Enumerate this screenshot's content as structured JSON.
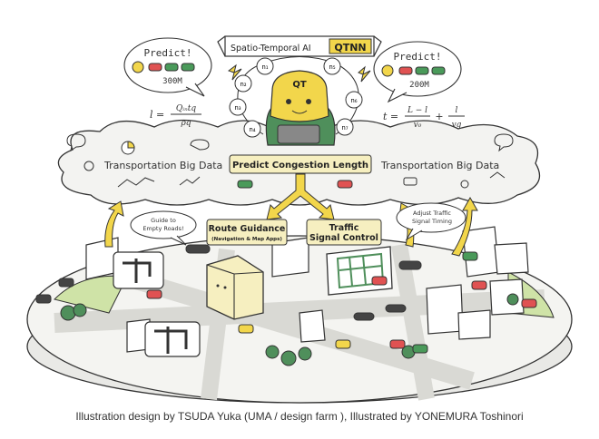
{
  "title_banner": {
    "prefix": "Spatio-Temporal AI",
    "name": "QTNN"
  },
  "mascot": {
    "face_text": "QT",
    "nodes": [
      "n₁",
      "n₂",
      "n₃",
      "n₄",
      "n₅",
      "n₆",
      "n₇"
    ]
  },
  "left_bubble": {
    "label": "Predict!",
    "distance": "300M"
  },
  "right_bubble": {
    "label": "Predict!",
    "distance": "200M"
  },
  "formula_left": {
    "lhs": "l =",
    "num": "Qᵢₙtq",
    "den": "ρq"
  },
  "formula_right": {
    "lhs": "t =",
    "num1": "L − l",
    "den1": "v₀",
    "plus": "+",
    "num2": "l",
    "den2": "vq"
  },
  "cloud": {
    "left_text": "Transportation Big Data",
    "right_text": "Transportation Big Data",
    "center_box": "Predict Congestion Length"
  },
  "route_box": {
    "title": "Route Guidance",
    "subtitle": "(Navigation & Map Apps)"
  },
  "signal_box": {
    "line1": "Traffic",
    "line2": "Signal Control"
  },
  "guide_bubble": {
    "line1": "Guide to",
    "line2": "Empty Roads!"
  },
  "adjust_bubble": {
    "line1": "Adjust Traffic",
    "line2": "Signal Timing"
  },
  "credit": "Illustration design by TSUDA Yuka (UMA / design farm ), Illustrated by YONEMURA Toshinori",
  "colors": {
    "accent_yellow": "#f2d64b",
    "box_cream": "#f6efc0",
    "cloud_gray": "#f3f3f1",
    "car_red": "#e05252",
    "car_green": "#4a9a5a",
    "ground_green": "#cfe3a7"
  }
}
